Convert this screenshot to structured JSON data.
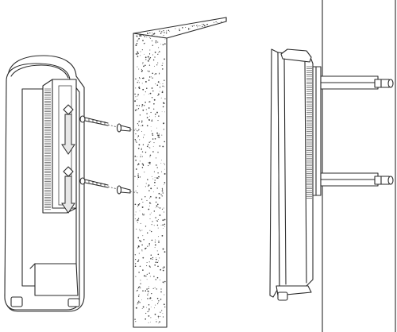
{
  "figure": {
    "colors": {
      "line": "#2a2a2a",
      "background": "#ffffff",
      "speckle": "#3a3a3a",
      "arrow_fill": "#e8e8e8"
    },
    "parts": [
      "device-front-view",
      "wall-cross-section",
      "mounting-screw-top",
      "mounting-screw-bottom",
      "wall-anchor-top",
      "wall-anchor-bottom",
      "mounting-bracket",
      "slide-down-arrow-top",
      "slide-down-arrow-bottom",
      "device-side-view",
      "pole",
      "pole-mount-arm-top",
      "pole-mount-arm-bottom"
    ]
  }
}
